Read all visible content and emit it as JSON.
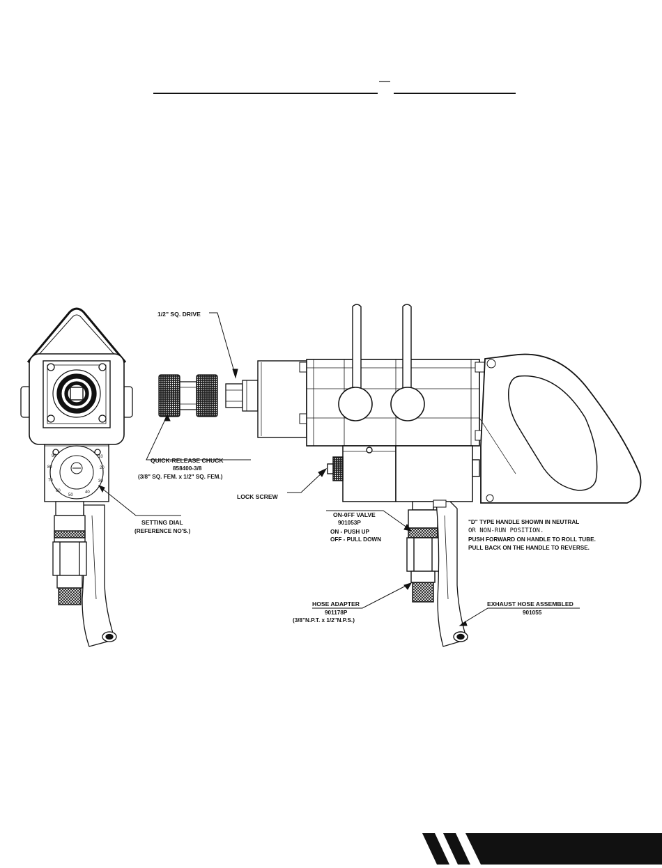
{
  "labels": {
    "drive": "1/2\" SQ. DRIVE",
    "chuck_title": "QUICK-RELEASE CHUCK",
    "chuck_part": "858400-3/8",
    "chuck_spec": "(3/8\" SQ. FEM. x 1/2\" SQ. FEM.)",
    "lock_screw": "LOCK SCREW",
    "setting_dial": "SETTING DIAL",
    "setting_dial_ref": "(REFERENCE NO'S.)",
    "valve_title": "ON-0FF VALVE",
    "valve_part": "901053P",
    "valve_on": "ON - PUSH UP",
    "valve_off": "OFF - PULL DOWN",
    "handle_note_1": "\"D\" TYPE HANDLE SHOWN IN NEUTRAL",
    "handle_note_2": "OR NON-RUN POSITION.",
    "handle_note_3": "PUSH FORWARD ON HANDLE TO ROLL TUBE.",
    "handle_note_4": "PULL BACK ON THE HANDLE TO REVERSE.",
    "hose_adapter_title": "HOSE ADAPTER",
    "hose_adapter_part": "901178P",
    "hose_adapter_spec": "(3/8\"N.P.T. x 1/2\"N.P.S.)",
    "exhaust_title": "EXHAUST HOSE ASSEMBLED",
    "exhaust_part": "901055"
  },
  "dial_numbers": [
    "10",
    "20",
    "30",
    "40",
    "50",
    "60",
    "70",
    "80",
    "90"
  ],
  "colors": {
    "ink": "#111111",
    "paper": "#ffffff"
  }
}
